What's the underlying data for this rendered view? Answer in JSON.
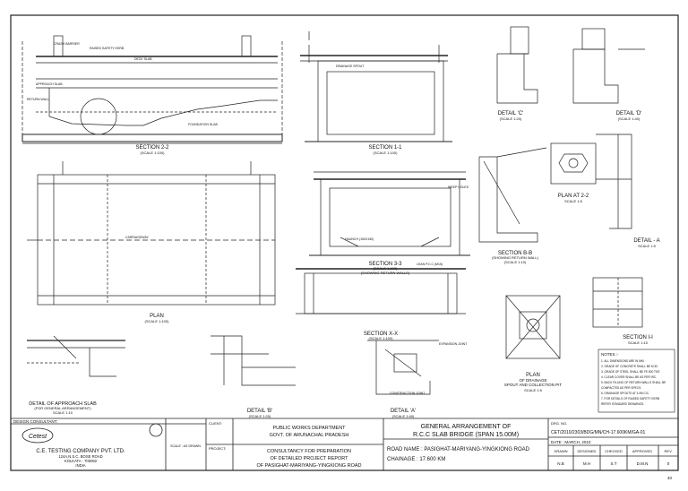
{
  "views": {
    "section_2_2": {
      "title": "SECTION 2-2",
      "scale": "(SCALE 1:100)"
    },
    "section_1_1": {
      "title": "SECTION 1-1",
      "scale": "(SCALE 1:100)"
    },
    "detail_c": {
      "title": "DETAIL 'C'",
      "scale": "(SCALE 1:20)"
    },
    "detail_d": {
      "title": "DETAIL 'D'",
      "scale": "(SCALE 1:40)"
    },
    "plan_main": {
      "title": "PLAN",
      "scale": "(SCALE 1:100)"
    },
    "section_3_3": {
      "title": "SECTION 3-3",
      "scale": "(SCALE 1:100)"
    },
    "section_3_3_note": "(SHOWING RETURN WALLS)",
    "section_x_x": {
      "title": "SECTION X-X",
      "scale": "(SCALE 1:100)"
    },
    "section_b_b": {
      "title": "SECTION B-B",
      "scale": "(SCALE 1:10)"
    },
    "section_b_b_note": "(SHOWING RETURN WALL)",
    "plan_at_2_2": {
      "title": "PLAN AT 2-2",
      "scale": "SCALE 1:5"
    },
    "detail_a_small": {
      "title": "DETAIL - A",
      "scale": "SCALE 1:5"
    },
    "section_i_i": {
      "title": "SECTION I-I",
      "scale": "SCALE 1:10"
    },
    "detail_approach": {
      "title": "DETAIL OF APPROACH SLAB",
      "note": "(FOR GENERAL ARRANGEMENT)",
      "scale": "SCALE 1:10"
    },
    "detail_b": {
      "title": "DETAIL 'B'",
      "scale": "(SCALE 1:20)"
    },
    "detail_a": {
      "title": "DETAIL 'A'",
      "scale": "(SCALE 1:40)"
    },
    "plan_drainage": {
      "title": "PLAN",
      "sub1": "OF DRAINAGE",
      "sub2": "SPOUT AND COLLECTION PIT",
      "scale": "SCALE 1:5"
    }
  },
  "labels": {
    "crash_barrier": "CRASH BARRIER",
    "raised_safety_kerb": "RAISED SAFETY KERB",
    "deck_slab": "DECK SLAB",
    "approach_slab": "APPROACH SLAB",
    "return_wall": "RETURN WALL",
    "foundation_slab": "FOUNDATION SLAB",
    "drainage_spout": "DRAINAGE SPOUT",
    "carriageway": "CARRIAGEWAY",
    "construction_joint": "CONSTRUCTION JOINT",
    "expansion_joint": "EXPANSION JOINT",
    "weep holes": "WEEP HOLES",
    "haunch": "HAUNCH (150X150)",
    "lean_pcc": "LEAN P.C.C (M15)",
    "notes_title": "NOTES :-"
  },
  "notes": [
    "1. ALL DIMENSIONS ARE IN MM.",
    "2. GRADE OF CONCRETE SHALL BE M 30.",
    "3. GRADE OF STEEL SHALL BE FE 500 TMT.",
    "4. CLEAR COVER SHALL BE AS PER IRC.",
    "5. BACK FILLING OF RETURN WALLS SHALL BE",
    "   COMPACTED AS PER SPECS.",
    "6. DRAINAGE SPOUTS AT 3.0M C/C.",
    "7. FOR DETAILS OF RAISED SAFETY KERB",
    "   REFER STANDARD DRAWINGS."
  ],
  "title_block": {
    "design_consultant_label": "DESIGN CONSULTANT:",
    "firm_logo": "Cetest",
    "firm_name": "C.E. TESTING COMPANY PVT. LTD.",
    "address_line1": "124A,N.S.C. BOSE ROAD",
    "address_line2": "KOLKATA - 700092",
    "address_line3": "INDIA",
    "scale_label": "SCALE : AS DRAWN",
    "client_label": "CLIENT:",
    "client_line1": "PUBLIC WORKS DEPARTMENT",
    "client_line2": "GOVT. OF ARUNACHAL PRADESH",
    "project_label": "PROJECT:",
    "project_line1": "CONSULTANCY FOR PREPARATION",
    "project_line2": "OF DETAILED PROJECT REPORT",
    "project_line3": "OF PASIGHAT-MARIYANG-YINGKIONG ROAD",
    "drawing_title_line1": "GENERAL ARRANGEMENT OF",
    "drawing_title_line2": "R.C.C SLAB BRIDGE (SPAN 15.00M)",
    "road_name": "ROAD NAME  :  PASIGHAT-MARIYANG-YINGKIONG ROAD",
    "chainage": "CHAINAGE  :  17.600 KM",
    "drg_no_label": "DRG. NO.",
    "drg_no": "CET/2010/2303/BDG/MN/CH-17.600KM/GA-01",
    "date": "DATE : MARCH, 2010",
    "col_drawn": "DRAWN",
    "col_designed": "DESIGNED",
    "col_checked": "CHECKED",
    "col_approved": "APPROVED",
    "col_rev": "REV.",
    "val_drawn": "N.B",
    "val_designed": "M.H",
    "val_checked": "S.T",
    "val_approved": "D.M.N",
    "val_rev": "0"
  },
  "page_number": "40"
}
